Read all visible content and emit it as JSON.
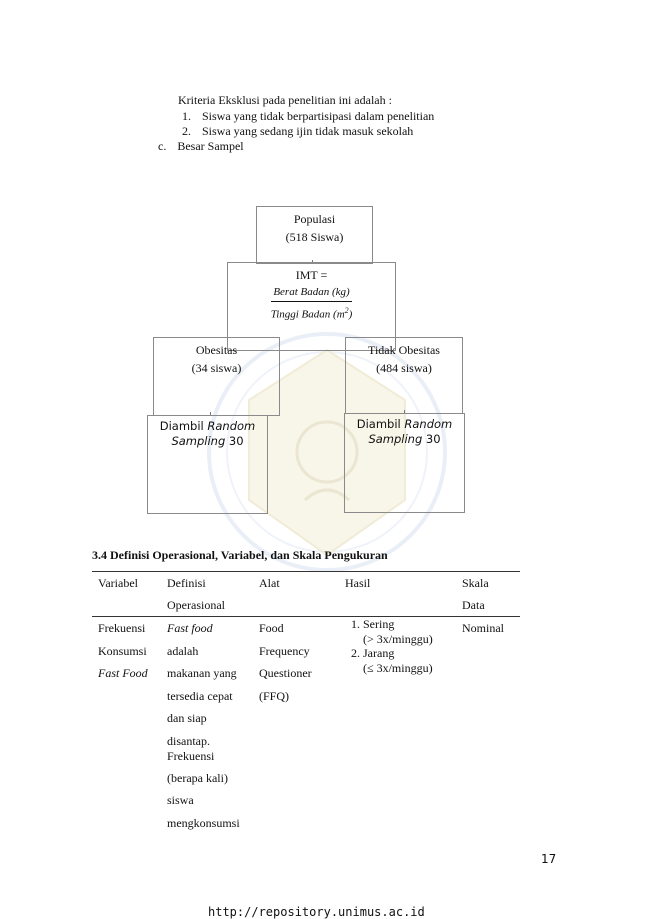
{
  "criteria": {
    "heading": "Kriteria Eksklusi pada penelitian ini adalah :",
    "items": [
      {
        "num": "1.",
        "text": "Siswa yang tidak berpartisipasi dalam penelitian"
      },
      {
        "num": "2.",
        "text": "Siswa yang sedang ijin tidak masuk sekolah"
      }
    ],
    "c_label": "c.",
    "c_text": "Besar Sampel"
  },
  "flow": {
    "populasi_title": "Populasi",
    "populasi_count": "(518 Siswa)",
    "imt_label": "IMT =",
    "imt_numerator": "Berat Badan (kg)",
    "imt_denominator_main": "Tinggi Badan (m",
    "imt_denominator_sup": "2",
    "imt_denominator_end": ")",
    "obesitas_title": "Obesitas",
    "obesitas_count": "(34 siswa)",
    "tidak_title": "Tidak Obesitas",
    "tidak_count": "(484 siswa)",
    "left_sample_prefix": "Diambil",
    "left_sample_italic_1": "Random",
    "left_sample_italic_2": "Sampling",
    "left_sample_num": "30",
    "right_sample_prefix": "Diambil",
    "right_sample_italic_1": "Random",
    "right_sample_italic_2": "Sampling",
    "right_sample_num": "30"
  },
  "section": {
    "title": "3.4 Definisi Operasional, Variabel, dan Skala Pengukuran"
  },
  "table": {
    "headers": [
      "Variabel",
      "Definisi",
      "Alat",
      "Hasil",
      "Skala"
    ],
    "headers_line2": [
      "",
      "Operasional",
      "",
      "",
      "Data"
    ],
    "row": {
      "variabel": [
        "Frekuensi",
        "Konsumsi",
        "Fast Food"
      ],
      "definisi_italic": "Fast food",
      "definisi": [
        "adalah",
        "makanan yang",
        "tersedia cepat",
        "dan siap",
        "disantap.",
        "Frekuensi",
        "(berapa kali)",
        "siswa",
        "mengkonsumsi"
      ],
      "alat": [
        "Food",
        "Frequency",
        "Questioner",
        "(FFQ)"
      ],
      "hasil": [
        {
          "label": "Sering",
          "detail": "(> 3x/minggu)"
        },
        {
          "label": "Jarang",
          "detail": "(≤ 3x/minggu)"
        }
      ],
      "skala": "Nominal"
    }
  },
  "page_number": "17",
  "footer_url": "http://repository.unimus.ac.id"
}
